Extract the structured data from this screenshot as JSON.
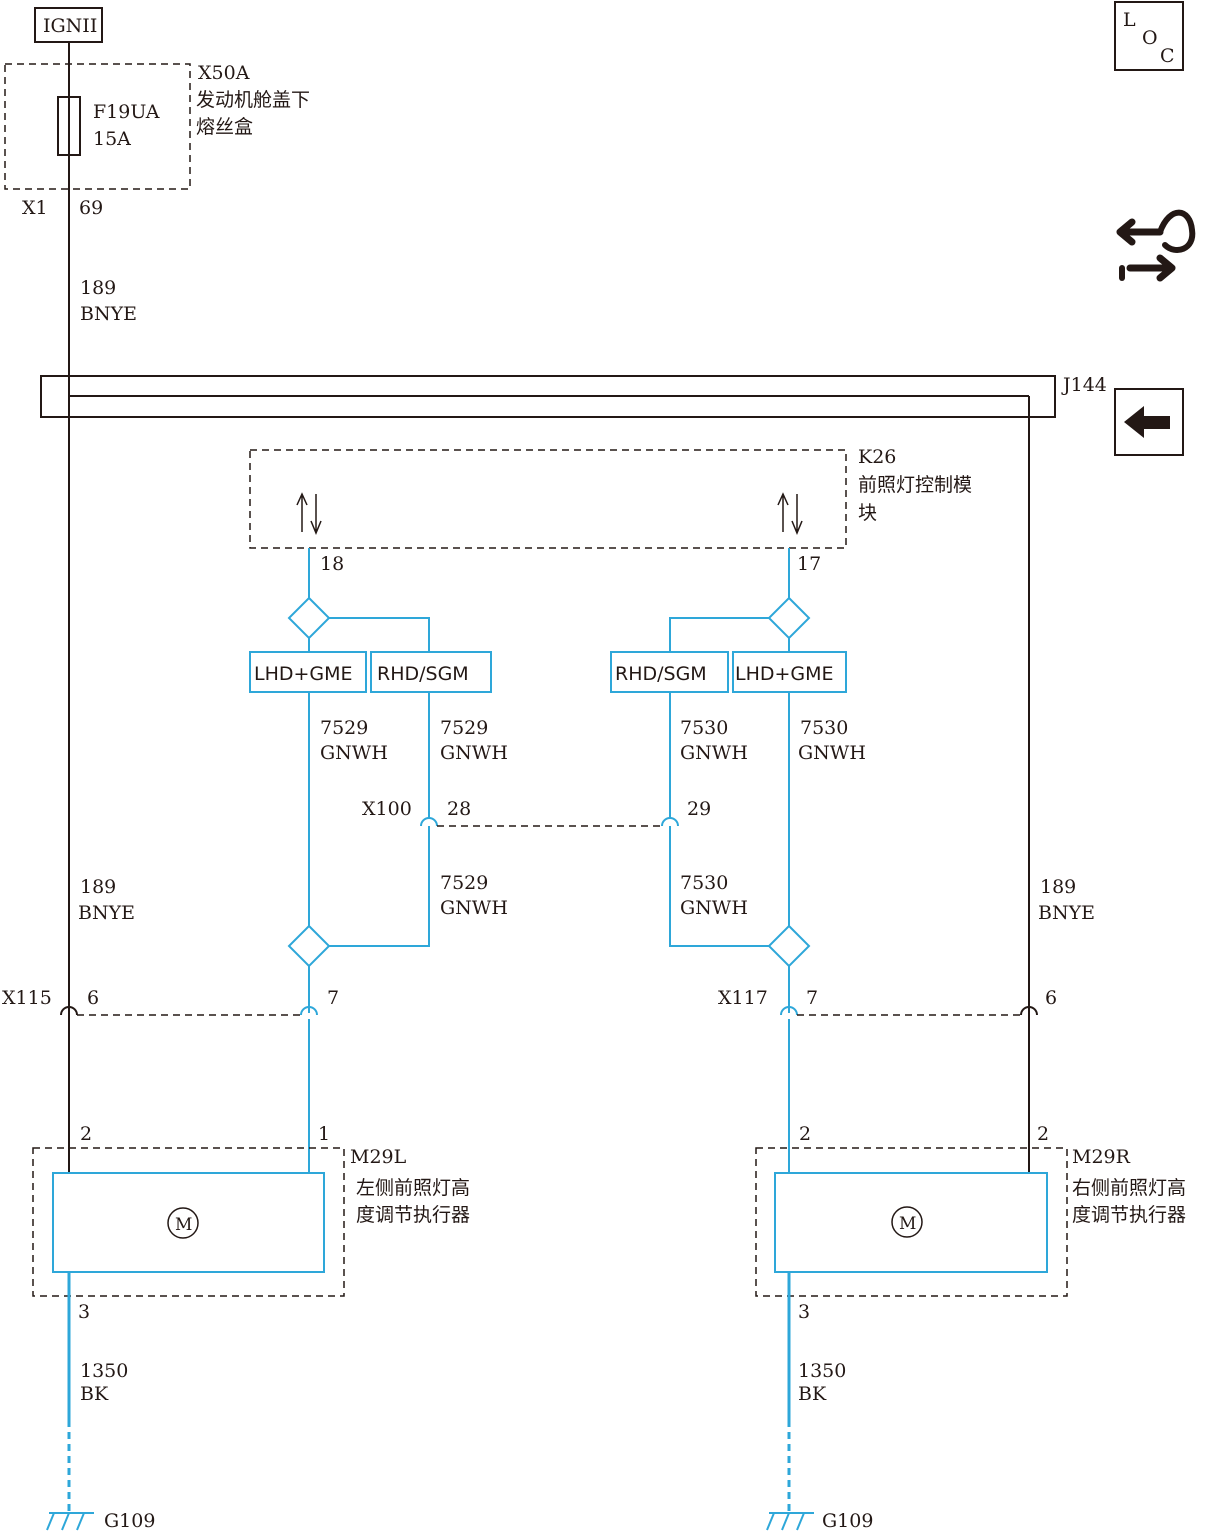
{
  "colors": {
    "wire_black": "#231815",
    "wire_blue": "#2ea7d9",
    "background": "#ffffff"
  },
  "icons": [
    "loc-icon",
    "multiplex-arrows-icon",
    "continue-arrow-icon",
    "motor-icon",
    "ground-icon",
    "fuse-icon"
  ],
  "power": {
    "label": "IGNII"
  },
  "loc": {
    "l": "L",
    "o": "O",
    "c": "C"
  },
  "fusebox": {
    "id": "X50A",
    "name_line1": "发动机舱盖下",
    "name_line2": "熔丝盒",
    "fuse_id": "F19UA",
    "fuse_rating": "15A",
    "connector": "X1",
    "pin": "69"
  },
  "wire_top": {
    "circuit": "189",
    "color": "BNYE"
  },
  "splice": {
    "id": "J144"
  },
  "module": {
    "id": "K26",
    "name_line1": "前照灯控制模",
    "name_line2": "块",
    "pin_left": "18",
    "pin_right": "17"
  },
  "options": {
    "lhd_gme": "LHD+GME",
    "rhd_sgm": "RHD/SGM"
  },
  "wires": {
    "c7529": {
      "circuit": "7529",
      "color": "GNWH"
    },
    "c7530": {
      "circuit": "7530",
      "color": "GNWH"
    },
    "c189": {
      "circuit": "189",
      "color": "BNYE"
    },
    "c1350": {
      "circuit": "1350",
      "color": "BK"
    }
  },
  "x100": {
    "id": "X100",
    "pin_left": "28",
    "pin_right": "29"
  },
  "x115": {
    "id": "X115",
    "pin_a": "6",
    "pin_b": "7"
  },
  "x117": {
    "id": "X117",
    "pin_a": "7",
    "pin_b": "6"
  },
  "actuator_left": {
    "id": "M29L",
    "name_line1": "左侧前照灯高",
    "name_line2": "度调节执行器",
    "pin_2": "2",
    "pin_1": "1",
    "pin_3": "3",
    "motor": "M"
  },
  "actuator_right": {
    "id": "M29R",
    "name_line1": "右侧前照灯高",
    "name_line2": "度调节执行器",
    "pin_2a": "2",
    "pin_2b": "2",
    "pin_3": "3",
    "motor": "M"
  },
  "ground": {
    "left": "G109",
    "right": "G109"
  }
}
